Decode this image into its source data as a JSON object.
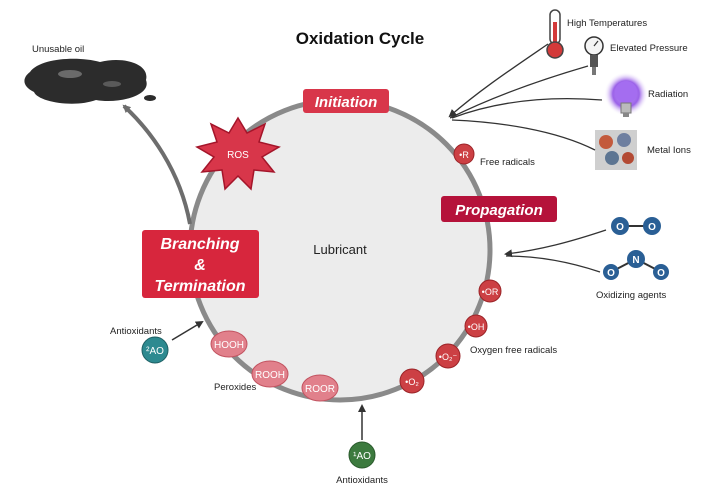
{
  "title": "Oxidation Cycle",
  "center_label": "Lubricant",
  "stages": {
    "initiation": "Initiation",
    "propagation": "Propagation",
    "branching": [
      "Branching",
      "&",
      "Termination"
    ]
  },
  "labels": {
    "unusable_oil": "Unusable oil",
    "ros": "ROS",
    "free_radicals": "Free radicals",
    "oxygen_free_radicals": "Oxygen free radicals",
    "peroxides": "Peroxides",
    "antioxidants_left": "Antioxidants",
    "antioxidants_bottom": "Antioxidants",
    "oxidizing_agents": "Oxidizing agents"
  },
  "triggers": [
    "High Temperatures",
    "Elevated Pressure",
    "Radiation",
    "Metal Ions"
  ],
  "nodes": {
    "r": "•R",
    "or": "•OR",
    "oh": "•OH",
    "o2_radical": "•O₂⁻",
    "o2": "•O₂",
    "hooh": "HOOH",
    "rooh": "ROOH",
    "roor": "ROOR",
    "ao2": "²AO",
    "ao1": "¹AO"
  },
  "molecules": {
    "o_atom": "O",
    "n_atom": "N"
  },
  "colors": {
    "ring": "#8a8a8a",
    "center_fill": "#ececec",
    "stage_red": "#d7263d",
    "initiation_red": "#d8364a",
    "propagation_red": "#b5123a",
    "node_red": "#cc4044",
    "peroxide_pink": "#e1808b",
    "ao_teal": "#2d8a90",
    "ao_green": "#3c7a3e",
    "molecule_blue": "#2a5f95"
  }
}
